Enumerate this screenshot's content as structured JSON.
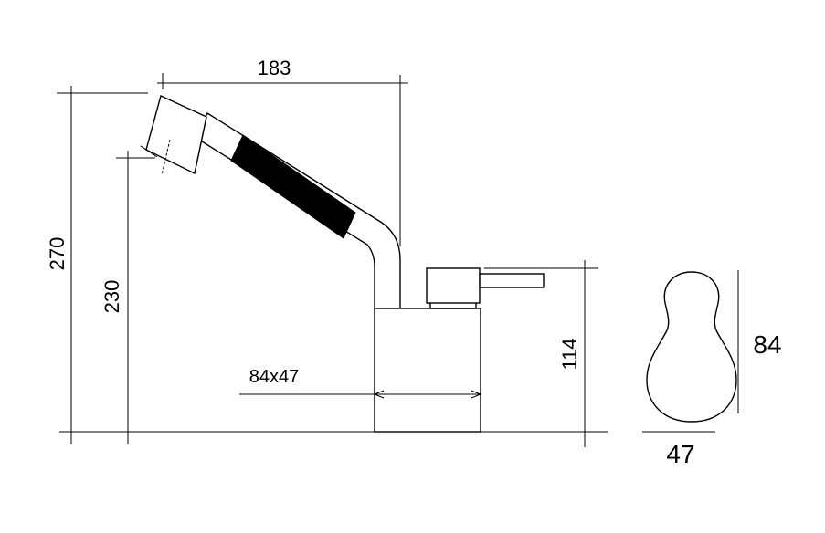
{
  "dimensions": {
    "spout_reach": "183",
    "total_height": "270",
    "outlet_height": "230",
    "body_height": "114",
    "base_size": "84x47",
    "base_length": "84",
    "base_width": "47"
  },
  "colors": {
    "line": "#000000",
    "grip": "#000000",
    "background": "#ffffff"
  }
}
